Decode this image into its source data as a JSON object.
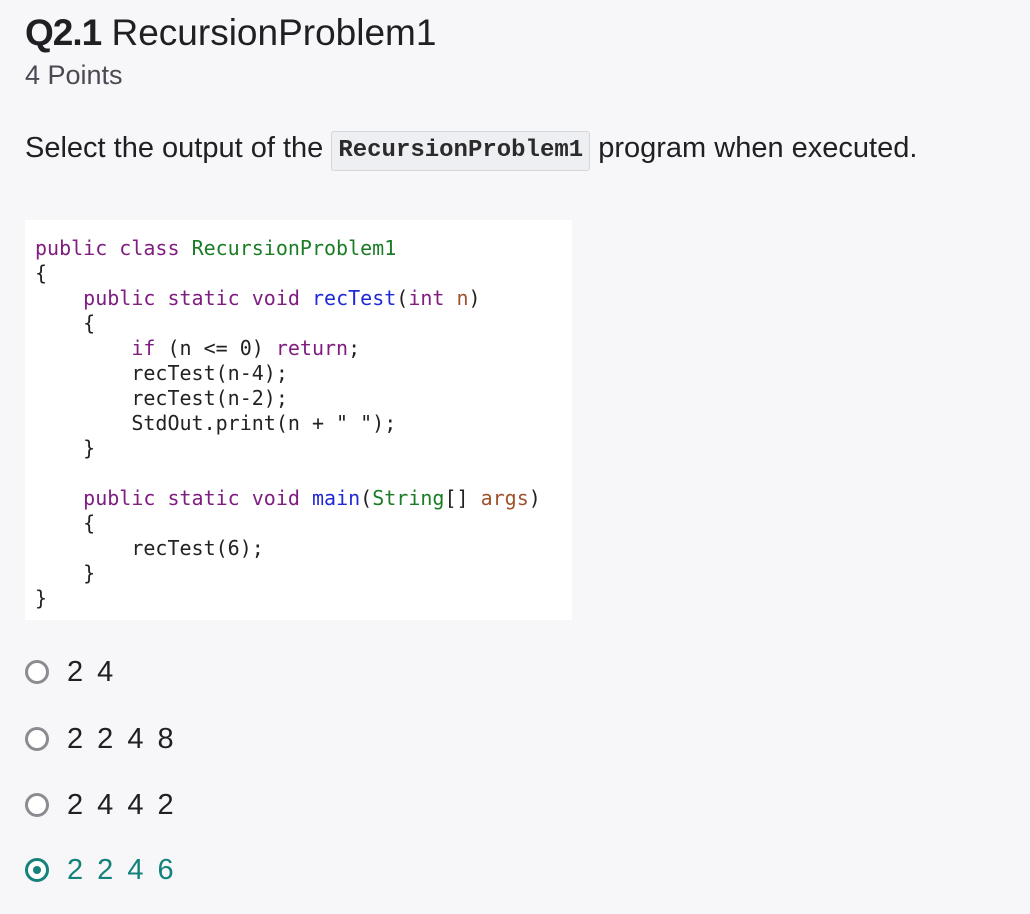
{
  "question": {
    "number": "Q2.1",
    "name": "RecursionProblem1",
    "points": "4 Points",
    "prompt_before": "Select the output of the ",
    "prompt_code": "RecursionProblem1",
    "prompt_after": " program when executed."
  },
  "code": {
    "language": "java",
    "lines": [
      "public class RecursionProblem1",
      "{",
      "    public static void recTest(int n)",
      "    {",
      "        if (n <= 0) return;",
      "        recTest(n-4);",
      "        recTest(n-2);",
      "        StdOut.print(n + \" \");",
      "    }",
      "",
      "    public static void main(String[] args)",
      "    {",
      "        recTest(6);",
      "    }",
      "}"
    ]
  },
  "choices": [
    {
      "label": "2 4",
      "selected": false
    },
    {
      "label": "2 2 4 8",
      "selected": false
    },
    {
      "label": "2 4 4 2",
      "selected": false
    },
    {
      "label": "2 2 4 6",
      "selected": true
    }
  ],
  "colors": {
    "accent": "#14827b",
    "keyword": "#7f1d80",
    "class_name": "#1a7d25",
    "method_name": "#1f2ad6",
    "parameter": "#a0522d"
  }
}
